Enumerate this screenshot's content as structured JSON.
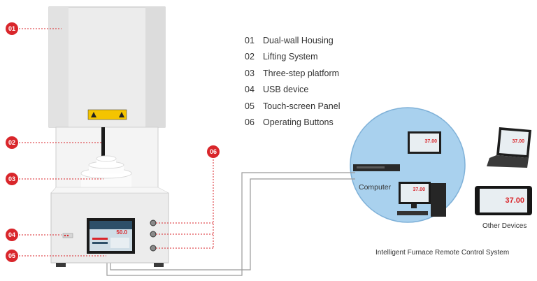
{
  "legend": [
    {
      "num": "01",
      "label": "Dual-wall Housing"
    },
    {
      "num": "02",
      "label": "Lifting System"
    },
    {
      "num": "03",
      "label": "Three-step platform"
    },
    {
      "num": "04",
      "label": "USB device"
    },
    {
      "num": "05",
      "label": "Touch-screen Panel"
    },
    {
      "num": "06",
      "label": "Operating Buttons"
    }
  ],
  "markers": [
    "01",
    "02",
    "03",
    "04",
    "05",
    "06"
  ],
  "remote": {
    "computer_label": "Computer",
    "other_devices_label": "Other Devices",
    "system_caption": "Intelligent Furnace Remote Control System",
    "tablet_reading": "37.00",
    "laptop_reading": "37.00",
    "monitor_reading": "37.00",
    "panel_reading": "37.00"
  },
  "furnace": {
    "screen_reading": "50.0"
  },
  "colors": {
    "marker_red": "#d9262b",
    "housing_white": "#ececec",
    "globe_blue": "#a9d1ee"
  }
}
